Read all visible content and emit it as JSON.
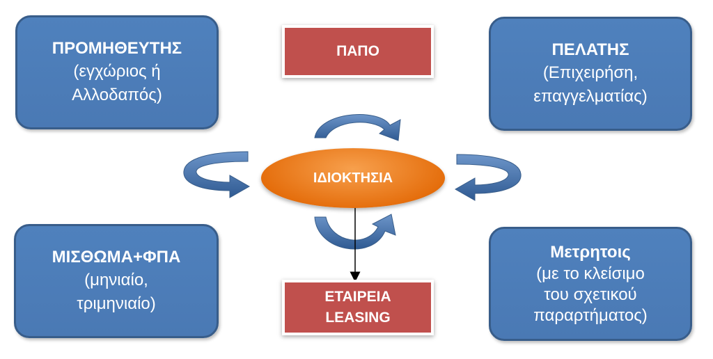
{
  "supplier": {
    "title": "ΠΡΟΜΗΘΕΥΤΗΣ",
    "line2": "(εγχώριος ή",
    "line3": "Αλλοδαπός)"
  },
  "papo": {
    "label": "ΠΑΠΟ"
  },
  "customer": {
    "title": "ΠΕΛΑΤΗΣ",
    "line2": "(Επιχειρήση,",
    "line3": "επαγγελματίας)"
  },
  "ownership": {
    "label": "ΙΔΙΟΚΤΗΣΙΑ"
  },
  "rent": {
    "title": "ΜΙΣΘΩΜΑ+ΦΠΑ",
    "line2": "(μηνιαίο,",
    "line3": "τριμηνιαίο)"
  },
  "leasing": {
    "line1": "ΕΤΑΙΡΕΙΑ",
    "line2": "LEASING"
  },
  "cash": {
    "title": "Μετρητοις",
    "line2": "(με το κλείσιμο",
    "line3": "του σχετικού",
    "line4": "παραρτήματος)"
  },
  "colors": {
    "box_blue": "#4f81bd",
    "box_red": "#c0504d",
    "ellipse_orange": "#f79646"
  }
}
